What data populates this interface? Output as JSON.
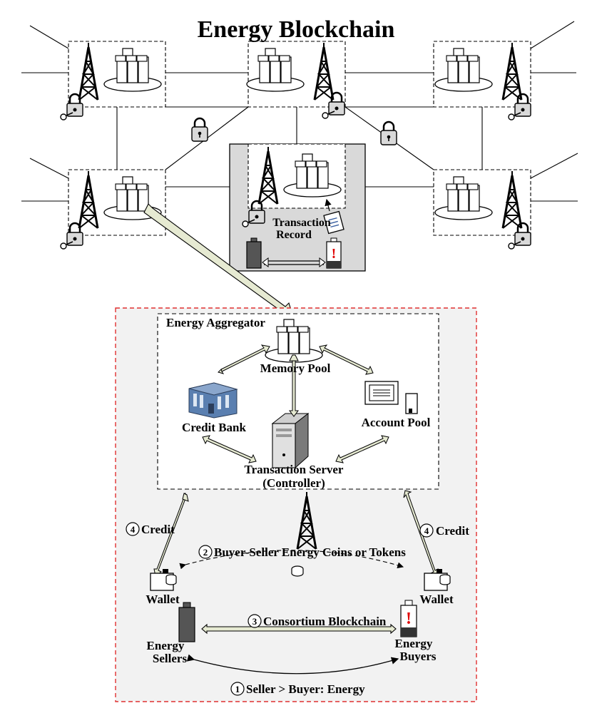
{
  "title": "Energy Blockchain",
  "labels": {
    "transaction_record_line1": "Transaction",
    "transaction_record_line2": "Record",
    "energy_aggregator": "Energy Aggregator",
    "memory_pool": "Memory Pool",
    "credit_bank": "Credit Bank",
    "account_pool": "Account Pool",
    "transaction_server_line1": "Transaction Server",
    "transaction_server_line2": "(Controller)",
    "credit_left": "Credit",
    "credit_right": "Credit",
    "coins_tokens": "Buyer-Seller Energy Coins or Tokens",
    "consortium": "Consortium Blockchain",
    "seller_buyer": "Seller > Buyer: Energy",
    "wallet_left": "Wallet",
    "wallet_right": "Wallet",
    "energy_sellers_line1": "Energy",
    "energy_sellers_line2": "Sellers",
    "energy_buyers_line1": "Energy",
    "energy_buyers_line2": "Buyers"
  },
  "steps": {
    "step1": "1",
    "step2": "2",
    "step3": "3",
    "step4_left": "4",
    "step4_right": "4"
  },
  "colors": {
    "aggregator_border": "#e03030",
    "arrow_fill": "#e6ead2",
    "center_node_fill": "#d9d9d9",
    "background_panel": "#f2f2f2"
  }
}
